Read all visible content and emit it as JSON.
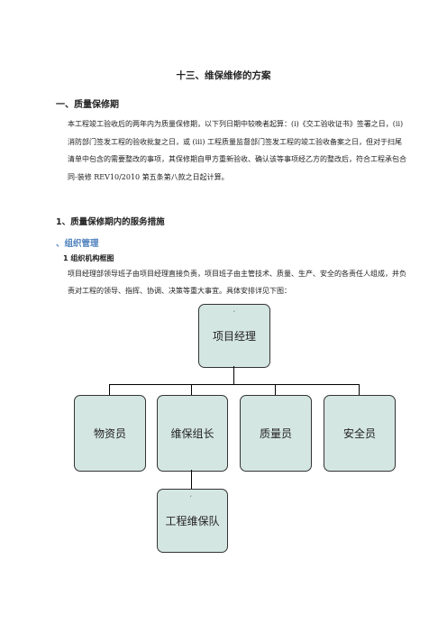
{
  "doc": {
    "title": "十三、维保维修的方案",
    "section1": "一、质量保修期",
    "paragraph1": "本工程竣工验收后的两年内为质量保修期，以下列日期中较晚者起算：(i)《交工验收证书》签署之日，(ii) 消防部门签发工程的验收批复之日，或 (iii) 工程质量监督部门签发工程的竣工验收备案之日，但对于扫尾清单中包含的需要整改的事项，其保修期自甲方重新验收、确认该等事项经乙方的整改后，符合工程承包合同-装修 REV10/2010 第五条第八款之日起计算。",
    "section2": "1、质量保修期内的服务措施",
    "section3": "、组织管理",
    "section4": "1 组织机构框图",
    "paragraph2": "项目经理部领导班子由项目经理直接负责，项目班子由主管技术、质量、生产、安全的各责任人组成，并负责对工程的领导、指挥、协调、决策等重大事宜。具体安排详见下图："
  },
  "org": {
    "top": "项目经理",
    "children": [
      "物资员",
      "维保组长",
      "质量员",
      "安全员"
    ],
    "sub": "工程维保队"
  }
}
